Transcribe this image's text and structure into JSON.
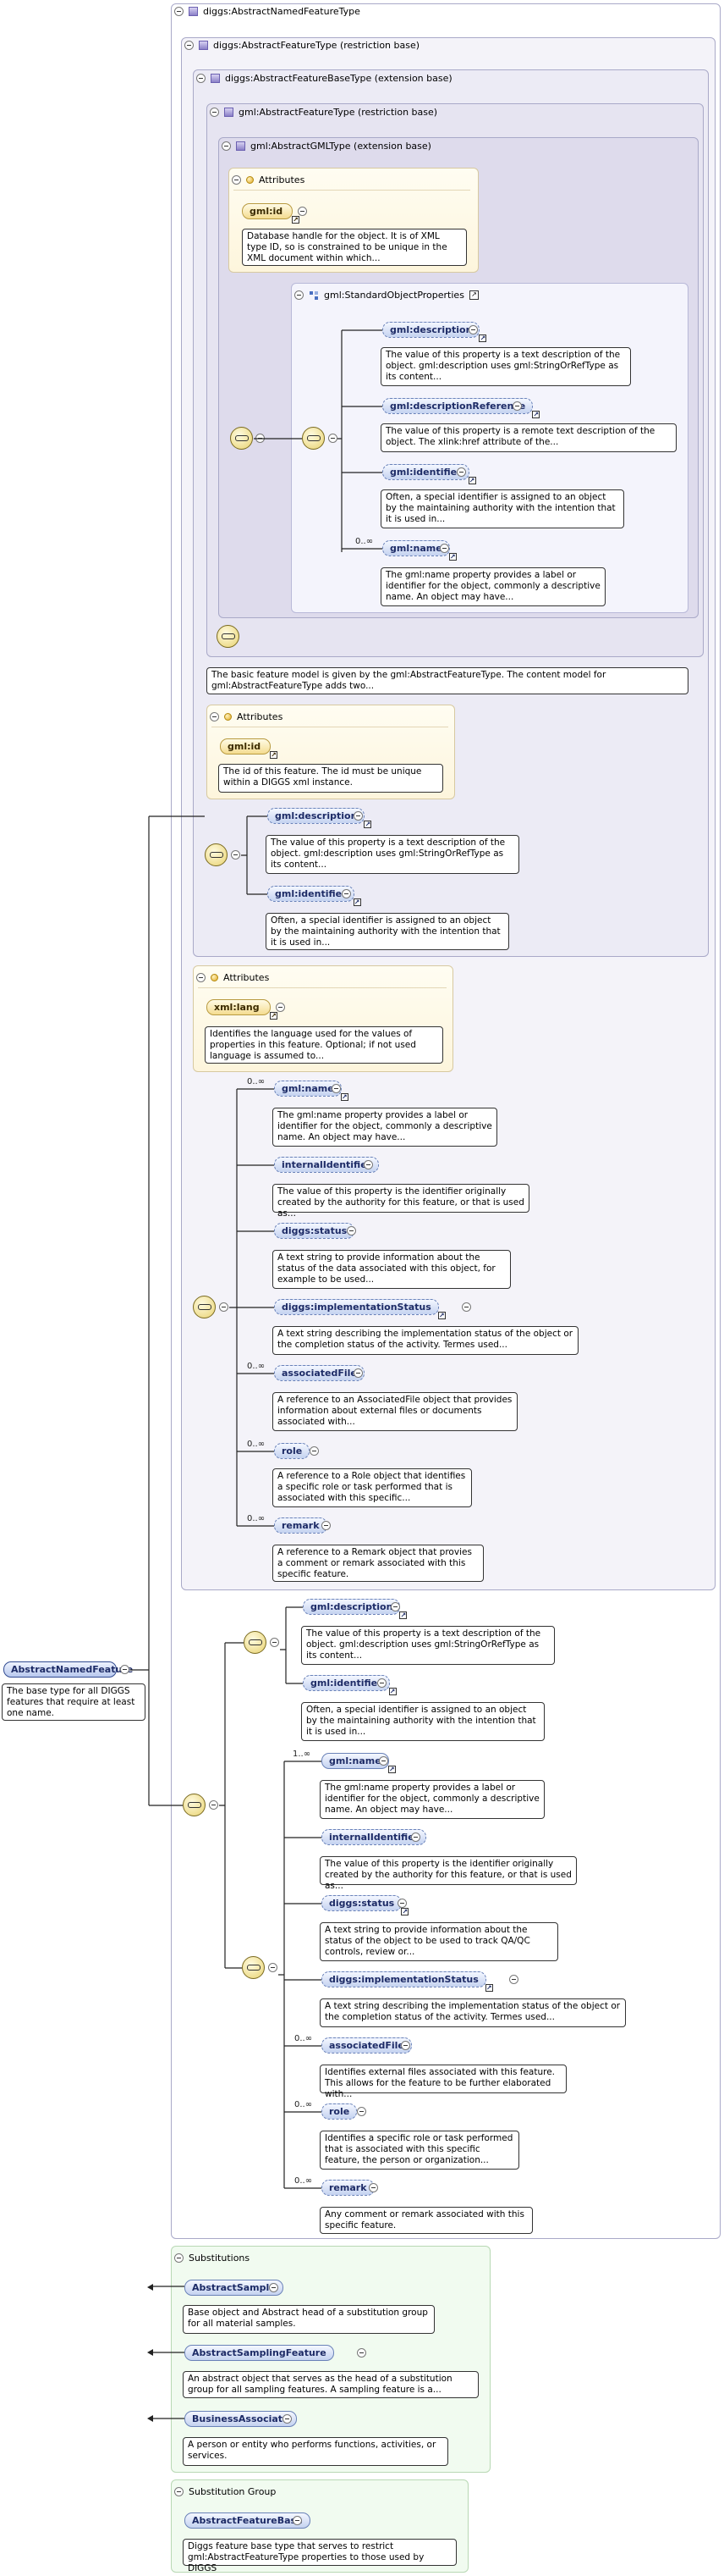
{
  "root": {
    "name": "AbstractNamedFeature",
    "desc": "The base type for all DIGGS features that require at least one name."
  },
  "types": {
    "t0": "diggs:AbstractNamedFeatureType",
    "t1": "diggs:AbstractFeatureType (restriction base)",
    "t2": "diggs:AbstractFeatureBaseType (extension base)",
    "t3": "gml:AbstractFeatureType (restriction base)",
    "t4": "gml:AbstractGMLType (extension base)"
  },
  "labels": {
    "attributes": "Attributes",
    "substitutions": "Substitutions",
    "substitution_group": "Substitution Group",
    "group_name": "gml:StandardObjectProperties",
    "ref_glyph": "↗"
  },
  "gml_type": {
    "attr_name": "gml:id",
    "attr_desc": "Database handle for the object. It is of XML type ID, so is constrained to be unique in the XML document within which...",
    "elements": [
      {
        "name": "gml:description",
        "desc": "The value of this property is a text description of the object. gml:description uses gml:StringOrRefType as its content..."
      },
      {
        "name": "gml:descriptionReference",
        "desc": "The value of this property is a remote text description of the object. The xlink:href attribute of the..."
      },
      {
        "name": "gml:identifier",
        "desc": "Often, a special identifier is assigned to an object by the maintaining authority with the intention that it is used in..."
      },
      {
        "name": "gml:name",
        "card": "0..∞",
        "desc": "The gml:name property provides a label or identifier for the object, commonly a descriptive name. An object may have..."
      }
    ],
    "base_desc": "The basic feature model is given by the gml:AbstractFeatureType. The content model for gml:AbstractFeatureType adds two..."
  },
  "feature_base": {
    "attr_name": "gml:id",
    "attr_desc": "The id of this feature. The id must be unique within a DIGGS xml instance.",
    "elements": [
      {
        "name": "gml:description",
        "desc": "The value of this property is a text description of the object. gml:description uses gml:StringOrRefType as its content..."
      },
      {
        "name": "gml:identifier",
        "desc": "Often, a special identifier is assigned to an object by the maintaining authority with the intention that it is used in..."
      }
    ]
  },
  "feature_type": {
    "attr_name": "xml:lang",
    "attr_desc": "Identifies the language used for the values of properties in this feature. Optional; if not used language is assumed to...",
    "elements": [
      {
        "name": "gml:name",
        "card": "0..∞",
        "desc": "The gml:name property provides a label or identifier for the object, commonly a descriptive name. An object may have..."
      },
      {
        "name": "internalIdentifier",
        "desc": "The value of this property is the identifier originally created by the authority for this feature, or that is used as..."
      },
      {
        "name": "diggs:status",
        "desc": "A text string to provide information about the status of the data associated with this object, for example to be used..."
      },
      {
        "name": "diggs:implementationStatus",
        "desc": "A text string describing the implementation status of the object or the completion status of the activity. Termes used..."
      },
      {
        "name": "associatedFile",
        "card": "0..∞",
        "desc": "A reference to an AssociatedFile object that provides information about external files or documents associated with..."
      },
      {
        "name": "role",
        "card": "0..∞",
        "desc": "A reference to a Role object that identifies a specific role or task performed that is associated with this specific..."
      },
      {
        "name": "remark",
        "card": "0..∞",
        "desc": "A reference to a Remark object that provies a comment or remark associated with this specific feature."
      }
    ]
  },
  "named_feature": {
    "upper": [
      {
        "name": "gml:description",
        "desc": "The value of this property is a text description of the object. gml:description uses gml:StringOrRefType as its content..."
      },
      {
        "name": "gml:identifier",
        "desc": "Often, a special identifier is assigned to an object by the maintaining authority with the intention that it is used in..."
      }
    ],
    "lower": [
      {
        "name": "gml:name",
        "card": "1..∞",
        "desc": "The gml:name property provides a label or identifier for the object, commonly a descriptive name. An object may have..."
      },
      {
        "name": "internalIdentifier",
        "desc": "The value of this property is the identifier originally created by the authority for this feature, or that is used as..."
      },
      {
        "name": "diggs:status",
        "desc": "A text string to provide information about the status of the object to be used to track QA/QC controls, review or..."
      },
      {
        "name": "diggs:implementationStatus",
        "desc": "A text string describing the implementation status of the object or the completion status of the activity. Termes used..."
      },
      {
        "name": "associatedFile",
        "card": "0..∞",
        "desc": "Identifies external files associated with this feature. This allows for the feature to be further elaborated with..."
      },
      {
        "name": "role",
        "card": "0..∞",
        "desc": "Identifies a specific role or task performed that is associated with this specific feature, the person or organization..."
      },
      {
        "name": "remark",
        "card": "0..∞",
        "desc": "Any comment or remark associated with this specific feature."
      }
    ]
  },
  "substitutions": [
    {
      "name": "AbstractSample",
      "desc": "Base object and Abstract head of a substitution group for all material samples."
    },
    {
      "name": "AbstractSamplingFeature",
      "desc": "An abstract object that serves as the head of a substitution group for all sampling features. A sampling feature is a..."
    },
    {
      "name": "BusinessAssociate",
      "desc": "A person or entity who performs functions, activities, or services."
    }
  ],
  "substitution_group": {
    "name": "AbstractFeatureBase",
    "desc": "Diggs feature base type that serves to restrict gml:AbstractFeatureType properties to those used by DIGGS"
  }
}
